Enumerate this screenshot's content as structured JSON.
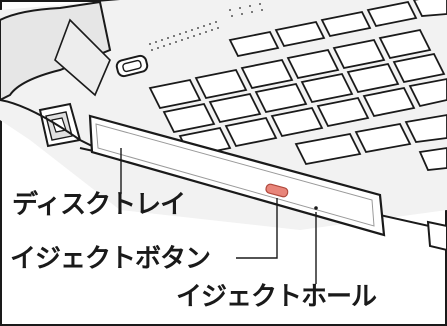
{
  "labels": {
    "disc_tray": "ディスクトレイ",
    "eject_button": "イジェクトボタン",
    "eject_hole": "イジェクトホール"
  },
  "colors": {
    "line": "#1a1a1a",
    "body": "#f2f2f2",
    "key": "#ffffff",
    "shadow": "#bdbdbd",
    "eject_button": "#e8857a"
  }
}
